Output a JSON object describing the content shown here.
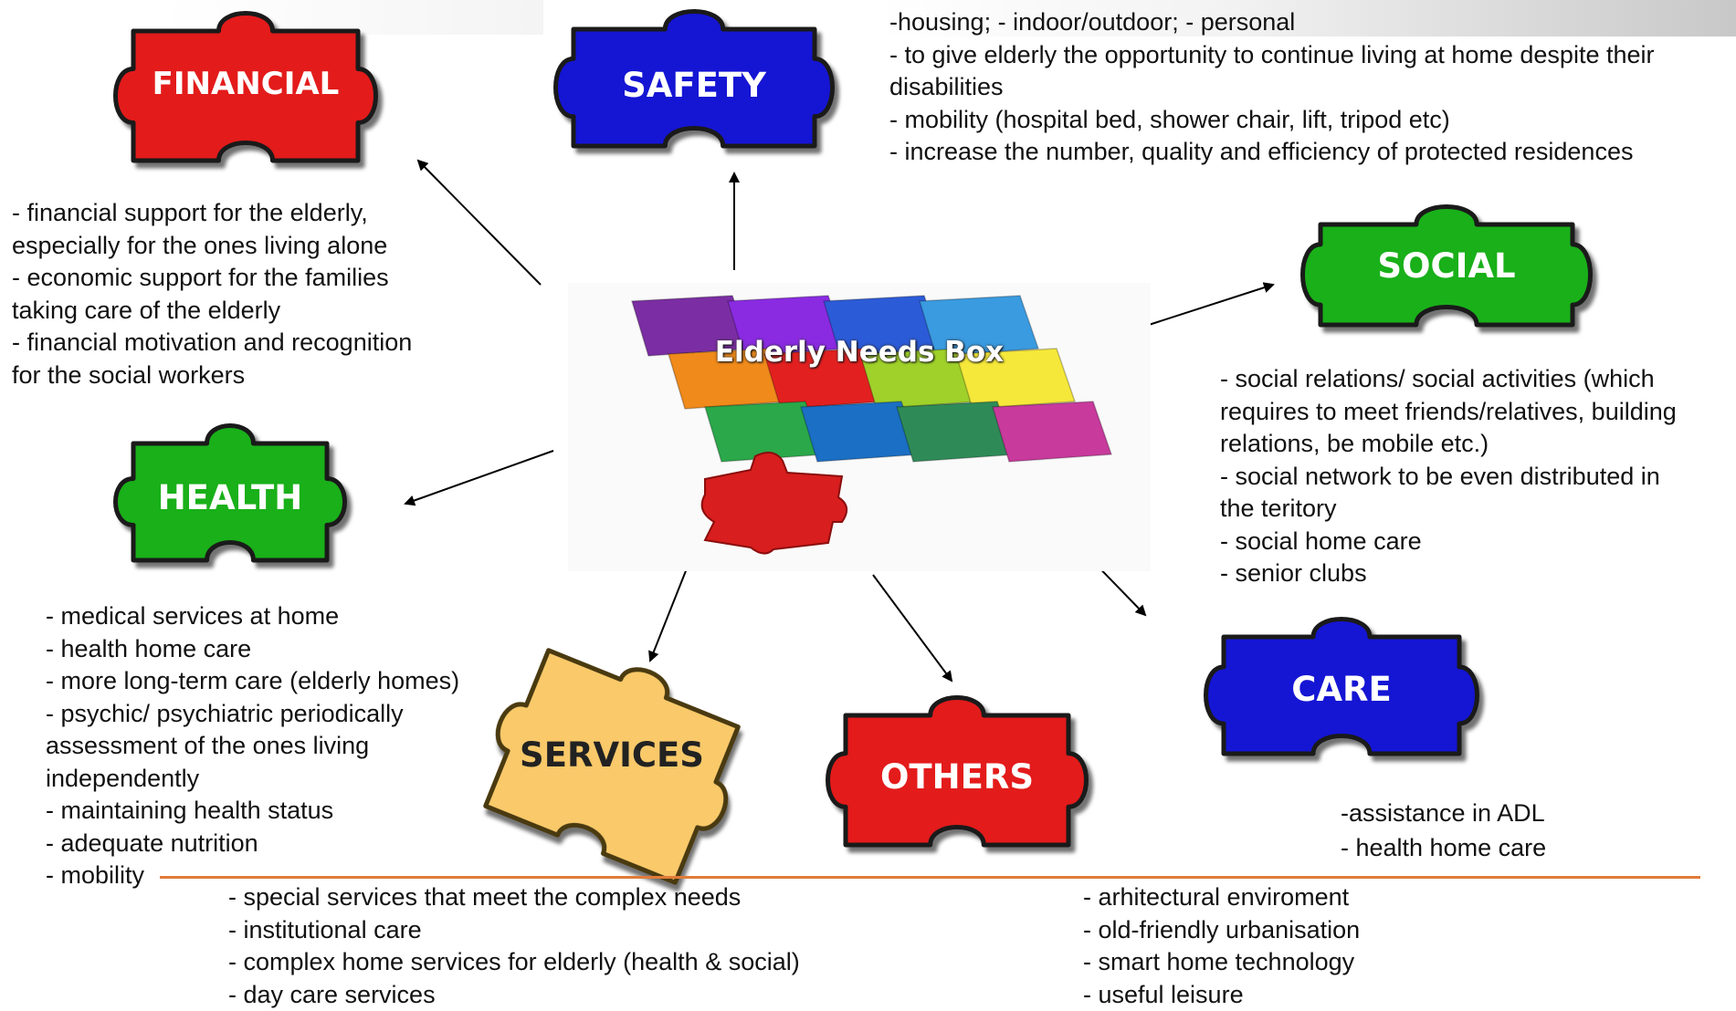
{
  "center": {
    "title": "Elderly Needs Box"
  },
  "pieces": {
    "financial": {
      "label": "FINANCIAL",
      "color": "#e31b1b"
    },
    "safety": {
      "label": "SAFETY",
      "color": "#1515d4"
    },
    "social": {
      "label": "SOCIAL",
      "color": "#19b019"
    },
    "health": {
      "label": "HEALTH",
      "color": "#19b019"
    },
    "services": {
      "label": "SERVICES",
      "color": "#f9c96a"
    },
    "others": {
      "label": "OTHERS",
      "color": "#e31b1b"
    },
    "care": {
      "label": "CARE",
      "color": "#1515d4"
    }
  },
  "financial_text": [
    "- financial support for the elderly,",
    "especially for the ones living alone",
    "- economic support for the families",
    "taking care of the elderly",
    "- financial motivation and recognition",
    "for the social workers"
  ],
  "safety_text": [
    "-housing; - indoor/outdoor; - personal",
    "- to give elderly the opportunity to continue living at home despite their",
    "disabilities",
    "- mobility (hospital bed, shower chair, lift, tripod etc)",
    "- increase the number, quality and efficiency of protected residences"
  ],
  "social_text": [
    "- social relations/ social activities (which",
    "requires to meet friends/relatives, building",
    "relations, be mobile etc.)",
    "- social network to be even distributed in",
    "the teritory",
    "- social home care",
    "- senior clubs"
  ],
  "health_text": [
    "- medical services at home",
    "- health home care",
    "- more long-term care (elderly homes)",
    "- psychic/ psychiatric periodically",
    "assessment of the ones living",
    "independently",
    "- maintaining health status",
    "- adequate nutrition",
    "- mobility"
  ],
  "care_text": [
    "-assistance in ADL",
    "- health home care"
  ],
  "services_text": [
    "- special services that meet the complex needs",
    "- institutional care",
    "- complex home services for elderly (health & social)",
    "- day care services"
  ],
  "others_text": [
    "- arhitectural enviroment",
    "- old-friendly urbanisation",
    "- smart home technology",
    "- useful leisure"
  ],
  "colors": {
    "mini_pieces": [
      "#7b2ea3",
      "#8a2be2",
      "#2c5bd8",
      "#3a9be0",
      "#f08a1a",
      "#e32020",
      "#9fd12a",
      "#f5e83a",
      "#2aa84a",
      "#1b6fc4",
      "#2e8b57",
      "#c83a9c"
    ],
    "rule": "#e07b39"
  }
}
